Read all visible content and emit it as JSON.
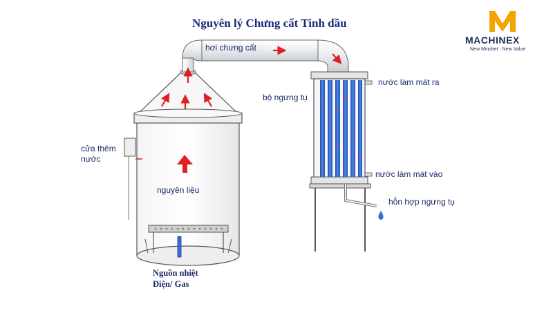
{
  "title": "Nguyên lý Chưng cất Tinh dầu",
  "labels": {
    "steam": "hơi chưng cất",
    "condenser": "bộ ngưng tụ",
    "cooling_out": "nước làm mát ra",
    "cooling_in": "nước làm mát vào",
    "water_inlet_line1": "cửa thêm",
    "water_inlet_line2": "nước",
    "material": "nguyên liệu",
    "mixture": "hỗn hợp ngưng tụ",
    "heat_line1": "Nguồn nhiệt",
    "heat_line2": "Điện/ Gas"
  },
  "logo": {
    "name": "MACHINEX",
    "tagline": "New Mindset · New Value",
    "brand_color": "#f2a400",
    "text_color": "#1f2d5a"
  },
  "colors": {
    "arrow": "#e02020",
    "condenser_blue": "#2f5fc0",
    "equipment_line": "#555555",
    "label_text": "#1a2a6a"
  },
  "icons": [
    "flow-arrow-icon",
    "water-drop-icon",
    "machinex-m-logo"
  ]
}
